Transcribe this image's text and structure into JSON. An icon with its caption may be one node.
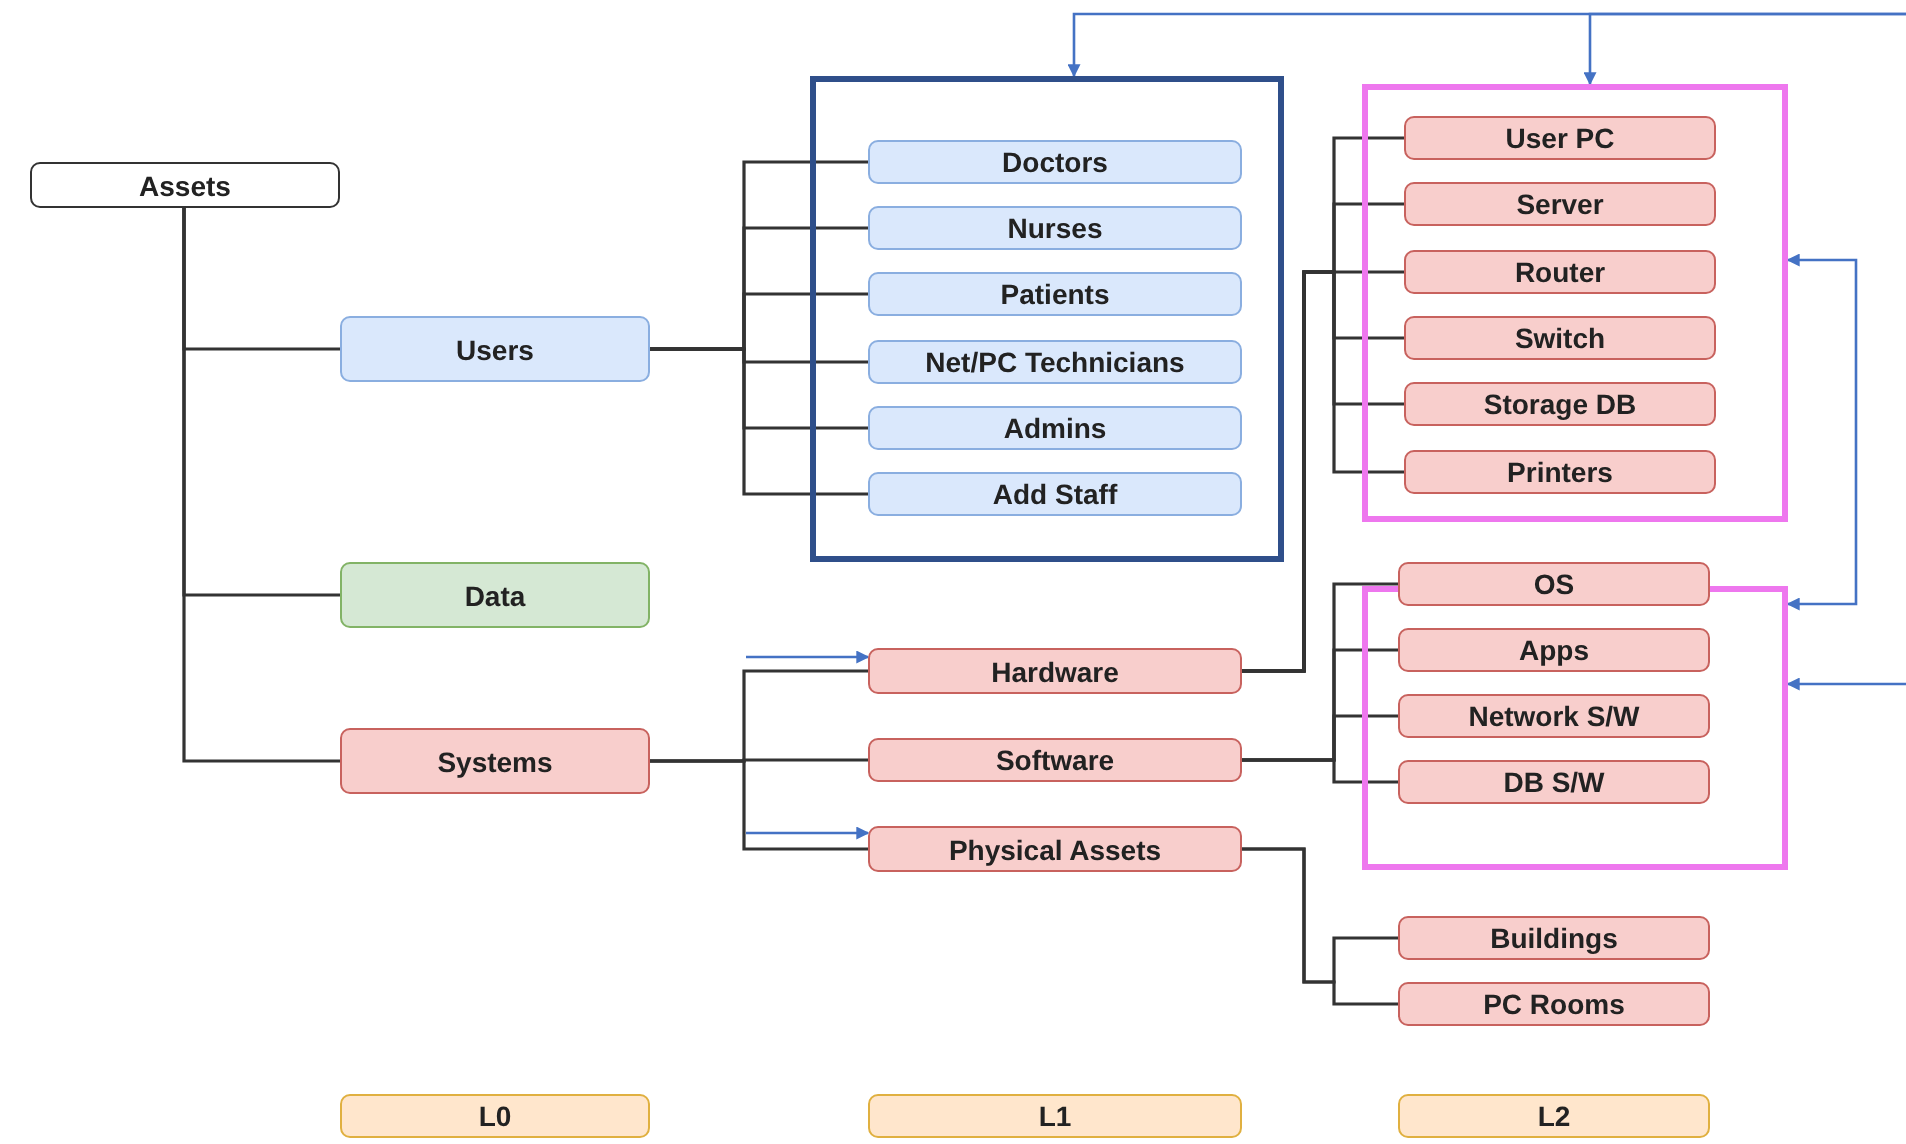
{
  "diagram": {
    "nodes": [
      {
        "text": [
          "Assets"
        ]
      },
      {
        "text": [
          "Users"
        ]
      },
      {
        "text": [
          "Data"
        ]
      },
      {
        "text": [
          "Systems"
        ]
      },
      {
        "text": [],
        "shape": "box"
      },
      {
        "text": [
          "Doctors"
        ],
        "in": 4
      },
      {
        "text": [
          "Nurses"
        ],
        "in": 4
      },
      {
        "text": [
          "Patients"
        ],
        "in": 4
      },
      {
        "text": [
          "Net/PC Technicians"
        ],
        "in": 4
      },
      {
        "text": [
          "Admins"
        ],
        "in": 4
      },
      {
        "text": [
          "Add Staff"
        ],
        "in": 4
      },
      {
        "text": [
          "Hardware"
        ]
      },
      {
        "text": [
          "Software"
        ]
      },
      {
        "text": [
          "Physical Assets"
        ]
      },
      {
        "text": [],
        "shape": "box"
      },
      {
        "text": [
          "User PC"
        ],
        "in": 14
      },
      {
        "text": [
          "Server"
        ],
        "in": 14
      },
      {
        "text": [
          "Router"
        ],
        "in": 14
      },
      {
        "text": [
          "Switch"
        ],
        "in": 14
      },
      {
        "text": [
          "Storage DB"
        ],
        "in": 14
      },
      {
        "text": [
          "Printers"
        ],
        "in": 14
      },
      {
        "text": [],
        "shape": "box"
      },
      {
        "text": [
          "OS"
        ]
      },
      {
        "text": [
          "Apps"
        ],
        "in": 21
      },
      {
        "text": [
          "Network S/W"
        ],
        "in": 21
      },
      {
        "text": [
          "DB S/W"
        ],
        "in": 21
      },
      {
        "text": [
          "Buildings"
        ]
      },
      {
        "text": [
          "PC Rooms"
        ]
      },
      {
        "text": [
          "L0"
        ]
      },
      {
        "text": [
          "L1"
        ]
      },
      {
        "text": [
          "L2"
        ]
      }
    ],
    "edges": [
      {
        "from": 0,
        "to": 1,
        "arrow": "none"
      },
      {
        "from": 0,
        "to": 2,
        "arrow": "none"
      },
      {
        "from": 0,
        "to": 3,
        "arrow": "none"
      },
      {
        "from": 1,
        "to": 5,
        "arrow": "none"
      },
      {
        "from": 1,
        "to": 6,
        "arrow": "none"
      },
      {
        "from": 1,
        "to": 7,
        "arrow": "none"
      },
      {
        "from": 1,
        "to": 8,
        "arrow": "none"
      },
      {
        "from": 1,
        "to": 9,
        "arrow": "none"
      },
      {
        "from": 1,
        "to": 10,
        "arrow": "none"
      },
      {
        "from": 3,
        "to": 11,
        "arrow": "none"
      },
      {
        "from": 3,
        "to": 12,
        "arrow": "none"
      },
      {
        "from": 3,
        "to": 13,
        "arrow": "none"
      },
      {
        "from": 11,
        "to": 15,
        "arrow": "none"
      },
      {
        "from": 11,
        "to": 16,
        "arrow": "none"
      },
      {
        "from": 11,
        "to": 17,
        "arrow": "none"
      },
      {
        "from": 11,
        "to": 18,
        "arrow": "none"
      },
      {
        "from": 11,
        "to": 19,
        "arrow": "none"
      },
      {
        "from": 11,
        "to": 20,
        "arrow": "none"
      },
      {
        "from": 12,
        "to": 22,
        "arrow": "none"
      },
      {
        "from": 12,
        "to": 23,
        "arrow": "none"
      },
      {
        "from": 12,
        "to": 24,
        "arrow": "none"
      },
      {
        "from": 12,
        "to": 25,
        "arrow": "none"
      },
      {
        "from": 13,
        "to": 26,
        "arrow": "none"
      },
      {
        "from": 13,
        "to": 27,
        "arrow": "none"
      },
      {
        "from": null,
        "to": 4,
        "arrow": "to",
        "color": "#4472c4"
      },
      {
        "from": null,
        "to": 14,
        "arrow": "to",
        "color": "#4472c4"
      },
      {
        "from": 14,
        "to": 21,
        "arrow": "both",
        "color": "#4472c4"
      },
      {
        "from": null,
        "to": 21,
        "arrow": "to",
        "color": "#4472c4"
      },
      {
        "from": null,
        "to": 11,
        "arrow": "to",
        "color": "#4472c4"
      },
      {
        "from": null,
        "to": 13,
        "arrow": "to",
        "color": "#4472c4"
      }
    ]
  }
}
